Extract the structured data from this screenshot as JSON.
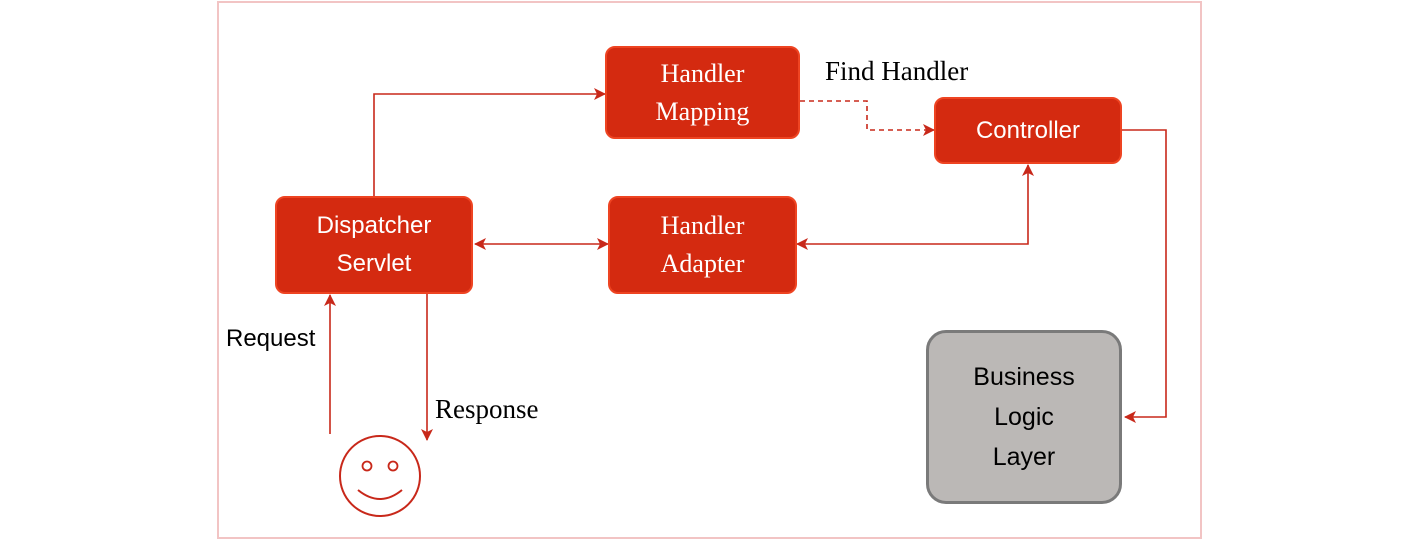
{
  "nodes": {
    "handler_mapping": {
      "line1": "Handler",
      "line2": "Mapping"
    },
    "controller": {
      "label": "Controller"
    },
    "dispatcher_servlet": {
      "line1": "Dispatcher",
      "line2": "Servlet"
    },
    "handler_adapter": {
      "line1": "Handler",
      "line2": "Adapter"
    },
    "business_logic": {
      "line1": "Business",
      "line2": "Logic",
      "line3": "Layer"
    }
  },
  "labels": {
    "find_handler": "Find Handler",
    "request": "Request",
    "response": "Response"
  },
  "user_icon": "smiley-face-icon",
  "colors": {
    "node_fill": "#d42a10",
    "node_border": "#ee4422",
    "arrow": "#c8281a",
    "business_fill": "#bbb8b6",
    "business_border": "#7a7a7a",
    "frame": "#f2c4c4"
  }
}
